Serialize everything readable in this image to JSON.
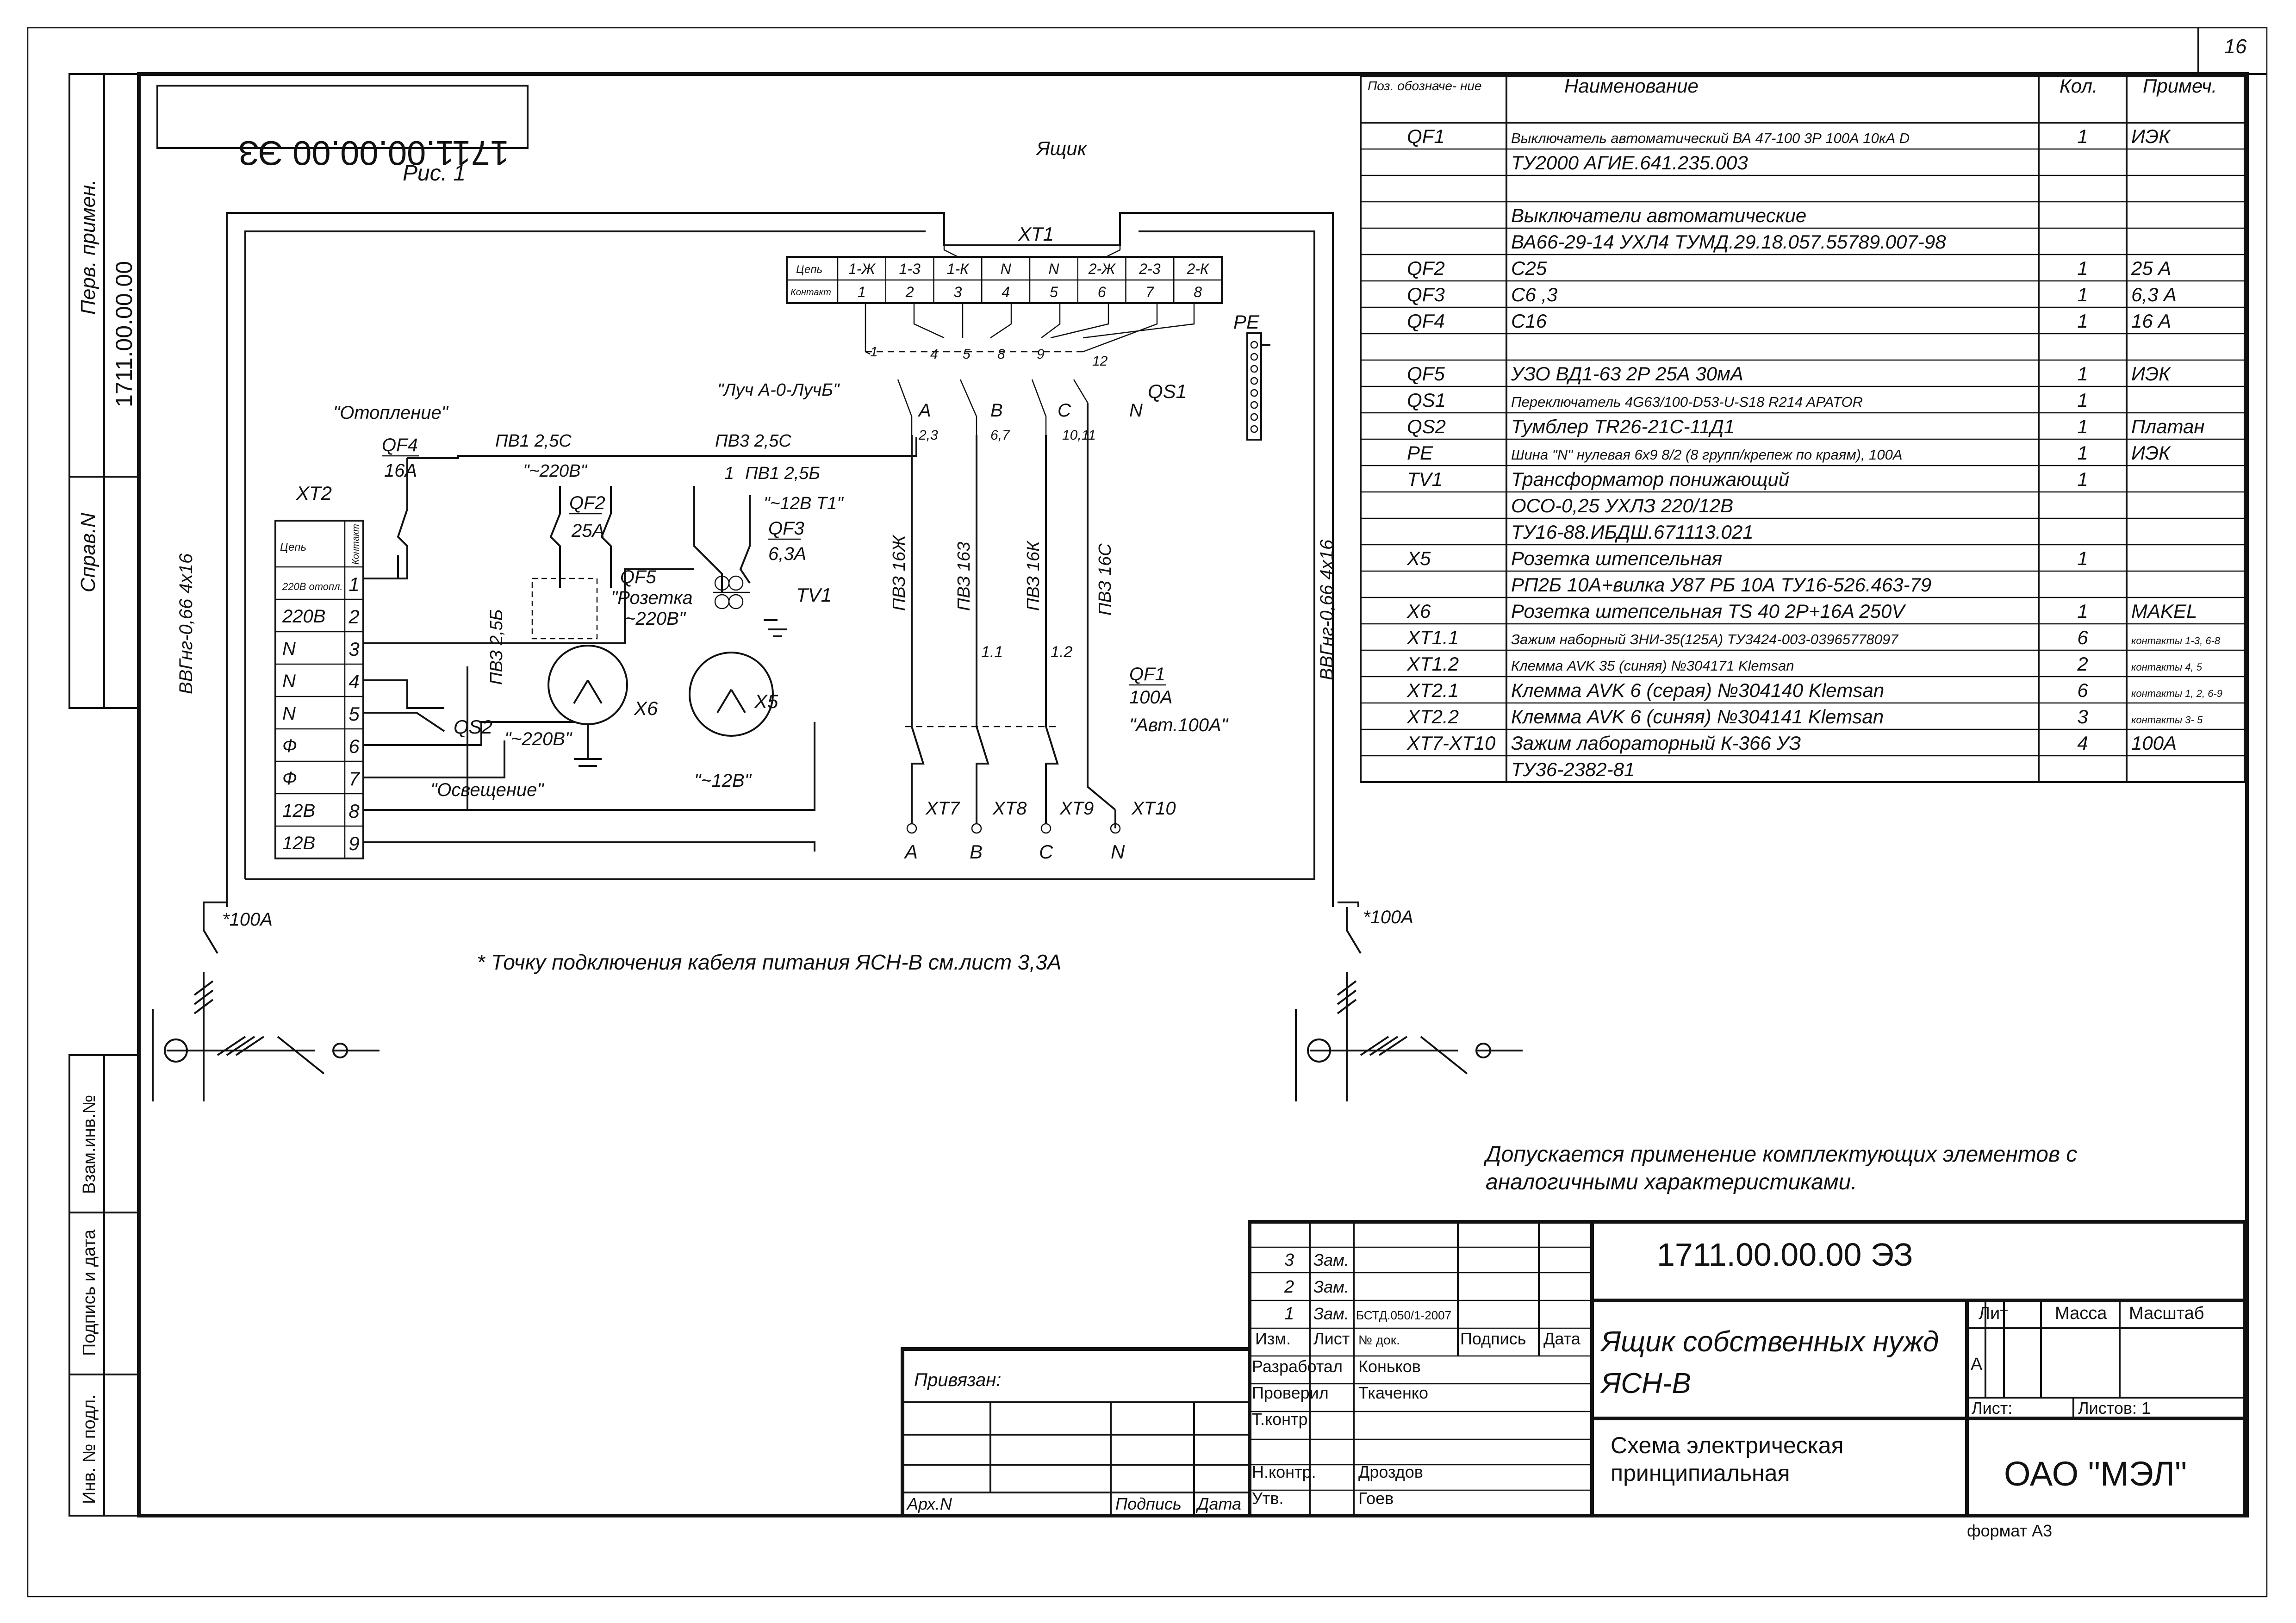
{
  "page_number": "16",
  "stamp_mirror": "1711.00.00.00 ЭЗ",
  "fig_label": "Рис. 1",
  "box_label": "Ящик",
  "side_labels": {
    "perv_primen": "Перв. примен.",
    "perv_primen_value": "1711.00.00.00",
    "sprav": "Справ.N",
    "vzam": "Взам.инв.№",
    "podpis_data": "Подпись и дата",
    "inv_podl": "Инв. № подл."
  },
  "schematic": {
    "xt1": "XT1",
    "xt1_row1_head": "Цепь",
    "xt1_row2_head": "Контакт",
    "xt1_circuits": [
      "1-Ж",
      "1-3",
      "1-К",
      "N",
      "N",
      "2-Ж",
      "2-3",
      "2-К"
    ],
    "xt1_contacts": [
      "1",
      "2",
      "3",
      "4",
      "5",
      "6",
      "7",
      "8"
    ],
    "pe": "PE",
    "luch": "\"Луч А-0-ЛучБ\"",
    "qs1": "QS1",
    "phase_labels": [
      "A",
      "B",
      "C",
      "N"
    ],
    "phase_pins": [
      "2,3",
      "6,7",
      "10,11"
    ],
    "qs1_pins": [
      "1",
      "4",
      "5",
      "8",
      "9",
      "12"
    ],
    "otoplenie": "\"Отопление\"",
    "qf4": "QF4",
    "qf4_rating": "16А",
    "pv1": "ПВ1 2,5С",
    "pv3": "ПВ3 2,5С",
    "v220": "\"~220В\"",
    "qf2": "QF2",
    "qf2_rating": "25А",
    "qf5": "QF5",
    "rozetka": "\"Розетка",
    "rozetka2": "~220В\"",
    "pv1_25b": "ПВ1 2,5Б",
    "wire1": "1",
    "v12t1": "\"~12В Т1\"",
    "qf3": "QF3",
    "qf3_rating": "6,3А",
    "tv1": "TV1",
    "xt2": "XT2",
    "xt2_head1": "Цепь",
    "xt2_head2": "Контакт",
    "xt2_rows": [
      "220В отопл.",
      "220В",
      "N",
      "N",
      "N",
      "Ф",
      "Ф",
      "12В",
      "12В"
    ],
    "xt2_nums": [
      "1",
      "2",
      "3",
      "4",
      "5",
      "6",
      "7",
      "8",
      "9"
    ],
    "pv3_25b": "ПВЗ 2,5Б",
    "qs2": "QS2",
    "osveschenie": "\"Освещение\"",
    "x6": "X6",
    "x5": "X5",
    "v220b": "\"~220В\"",
    "v12b": "\"~12В\"",
    "cable_left": "ВВГнг-0,66 4х16",
    "cable_right": "ВВГнг-0,66 4х16",
    "pv3_labels": [
      "ПВЗ 16Ж",
      "ПВЗ 163",
      "ПВЗ 16К",
      "ПВЗ 16С"
    ],
    "small_nums": [
      "1.1",
      "1.2",
      "5",
      "6",
      "4",
      "1",
      "2",
      "3"
    ],
    "qf1": "QF1",
    "qf1_rating": "100А",
    "avt100": "\"Авт.100А\"",
    "xt_terms": [
      "XT7",
      "XT8",
      "XT9",
      "XT10"
    ],
    "term_letters": [
      "A",
      "B",
      "C",
      "N"
    ],
    "fuse_left": "*100А",
    "fuse_right": "*100А",
    "note_connection": "* Точку подключения кабеля питания ЯСН-В см.лист 3,3А",
    "wire_numbers": [
      "7",
      "3",
      "8",
      "9",
      "4",
      "2",
      "1",
      "2",
      "6",
      "5"
    ]
  },
  "bom": {
    "headers": [
      "Поз. обозначе- ние",
      "Наименование",
      "Кол.",
      "Примеч."
    ],
    "rows": [
      {
        "pos": "QF1",
        "name": "Выключатель автоматический  ВА 47-100 3Р 100А 10кА D",
        "qty": "1",
        "note": "ИЭК"
      },
      {
        "pos": "",
        "name": "ТУ2000 АГИЕ.641.235.003",
        "qty": "",
        "note": ""
      },
      {
        "pos": "",
        "name": "",
        "qty": "",
        "note": ""
      },
      {
        "pos": "",
        "name": "Выключатели автоматические",
        "qty": "",
        "note": ""
      },
      {
        "pos": "",
        "name": "ВА66-29-14 УХЛ4  ТУМД.29.18.057.55789.007-98",
        "qty": "",
        "note": ""
      },
      {
        "pos": "QF2",
        "name": "С25",
        "qty": "1",
        "note": "25 А"
      },
      {
        "pos": "QF3",
        "name": "С6 ,3",
        "qty": "1",
        "note": "6,3 А"
      },
      {
        "pos": "QF4",
        "name": "С16",
        "qty": "1",
        "note": "16 А"
      },
      {
        "pos": "",
        "name": "",
        "qty": "",
        "note": ""
      },
      {
        "pos": "QF5",
        "name": "УЗО ВД1-63 2Р 25А 30мА",
        "qty": "1",
        "note": "ИЭК"
      },
      {
        "pos": "QS1",
        "name": "Переключатель  4G63/100-D53-U-S18 R214  APATOR",
        "qty": "1",
        "note": ""
      },
      {
        "pos": "QS2",
        "name": "Тумблер TR26-21С-11Д1",
        "qty": "1",
        "note": "Платан"
      },
      {
        "pos": "PE",
        "name": "Шина \"N\" нулевая 6х9 8/2 (8 групп/крепеж по краям), 100А",
        "qty": "1",
        "note": "ИЭК"
      },
      {
        "pos": "TV1",
        "name": "Трансформатор понижающий",
        "qty": "1",
        "note": ""
      },
      {
        "pos": "",
        "name": "ОСО-0,25 УХЛЗ 220/12В",
        "qty": "",
        "note": ""
      },
      {
        "pos": "",
        "name": "ТУ16-88.ИБДШ.671113.021",
        "qty": "",
        "note": ""
      },
      {
        "pos": "X5",
        "name": "Розетка штепсельная",
        "qty": "1",
        "note": ""
      },
      {
        "pos": "",
        "name": "РП2Б  10А+вилка У87 РБ  10А  ТУ16-526.463-79",
        "qty": "",
        "note": ""
      },
      {
        "pos": "X6",
        "name": "Розетка штепсельная  TS 40 2P+16A 250V",
        "qty": "1",
        "note": "MAKEL"
      },
      {
        "pos": "XT1.1",
        "name": "Зажим наборный ЗНИ-35(125А)  ТУ3424-003-03965778097",
        "qty": "6",
        "note": "контакты 1-3, 6-8"
      },
      {
        "pos": "XT1.2",
        "name": "Клемма AVK 35 (синяя) №304171          Klemsan",
        "qty": "2",
        "note": "контакты 4, 5"
      },
      {
        "pos": "XT2.1",
        "name": "Клемма AVK 6 (серая) №304140          Klemsan",
        "qty": "6",
        "note": "контакты 1, 2, 6-9"
      },
      {
        "pos": "XT2.2",
        "name": "Клемма AVK 6 (синяя) №304141          Klemsan",
        "qty": "3",
        "note": "контакты 3- 5"
      },
      {
        "pos": "XT7-XT10",
        "name": "Зажим лабораторный К-366 УЗ",
        "qty": "4",
        "note": "100А"
      },
      {
        "pos": "",
        "name": "ТУ36-2382-81",
        "qty": "",
        "note": ""
      }
    ]
  },
  "notes": {
    "allowed_line1": "Допускается применение комплектующих элементов с",
    "allowed_line2": "аналогичными характеристиками."
  },
  "title_block": {
    "doc_code": "1711.00.00.00 ЭЗ",
    "revisions": [
      {
        "n": "3",
        "type": "Зам.",
        "doc": ""
      },
      {
        "n": "2",
        "type": "Зам.",
        "doc": ""
      },
      {
        "n": "1",
        "type": "Зам.",
        "doc": "БСТД.050/1-2007"
      }
    ],
    "col_heads": [
      "Изм.",
      "Лист",
      "№ док.",
      "Подпись",
      "Дата"
    ],
    "roles": [
      {
        "role": "Разработал",
        "name": "Коньков"
      },
      {
        "role": "Проверил",
        "name": "Ткаченко"
      },
      {
        "role": "Т.контр.",
        "name": ""
      },
      {
        "role": "",
        "name": ""
      },
      {
        "role": "Н.контр.",
        "name": "Дроздов"
      },
      {
        "role": "Утв.",
        "name": "Гоев"
      }
    ],
    "privyazan": "Привязан:",
    "arh": "Арх.N",
    "podpis": "Подпись",
    "data": "Дата",
    "product_line1": "Ящик собственных нужд",
    "product_line2": "ЯСН-В",
    "doc_title_line1": "Схема электрическая",
    "doc_title_line2": "принципиальная",
    "lit": "Лит",
    "massa": "Масса",
    "masshtab": "Масштаб",
    "lit_value": "А",
    "list": "Лист:",
    "listov": "Листов: 1",
    "company": "ОАО \"МЭЛ\"",
    "format": "формат А3"
  }
}
